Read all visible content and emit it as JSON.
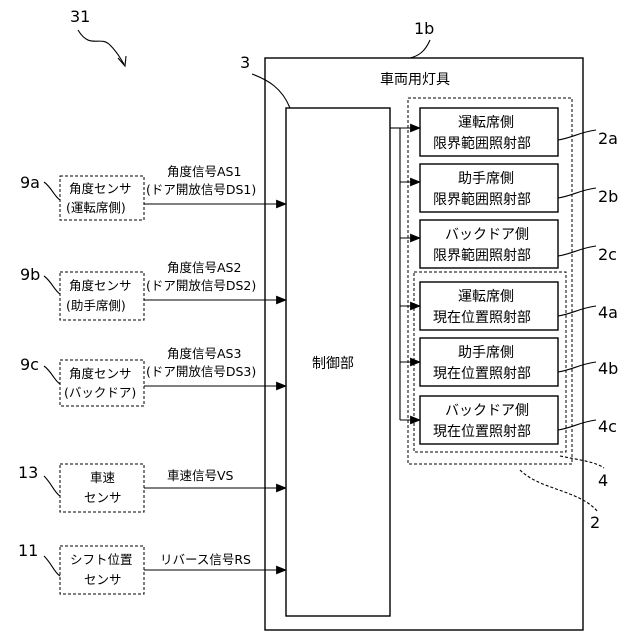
{
  "figure_number": "31",
  "lamp": {
    "ref": "1b",
    "title": "車両用灯具"
  },
  "controller": {
    "ref": "3",
    "label": "制御部"
  },
  "group_ref": "2",
  "boundary_units": [
    {
      "ref": "2a",
      "line1": "運転席側",
      "line2": "限界範囲照射部"
    },
    {
      "ref": "2b",
      "line1": "助手席側",
      "line2": "限界範囲照射部"
    },
    {
      "ref": "2c",
      "line1": "バックドア側",
      "line2": "限界範囲照射部"
    }
  ],
  "position_units": [
    {
      "ref": "4a",
      "line1": "運転席側",
      "line2": "現在位置照射部"
    },
    {
      "ref": "4b",
      "line1": "助手席側",
      "line2": "現在位置照射部"
    },
    {
      "ref": "4c",
      "line1": "バックドア側",
      "line2": "現在位置照射部"
    }
  ],
  "position_group_ref": "4",
  "sensors": [
    {
      "ref": "9a",
      "line1": "角度センサ",
      "line2": "(運転席側)",
      "signal1": "角度信号AS1",
      "signal2": "(ドア開放信号DS1)"
    },
    {
      "ref": "9b",
      "line1": "角度センサ",
      "line2": "(助手席側)",
      "signal1": "角度信号AS2",
      "signal2": "(ドア開放信号DS2)"
    },
    {
      "ref": "9c",
      "line1": "角度センサ",
      "line2": "(バックドア)",
      "signal1": "角度信号AS3",
      "signal2": "(ドア開放信号DS3)"
    },
    {
      "ref": "13",
      "line1": "車速",
      "line2": "センサ",
      "signal1": "車速信号VS",
      "signal2": ""
    },
    {
      "ref": "11",
      "line1": "シフト位置",
      "line2": "センサ",
      "signal1": "リバース信号RS",
      "signal2": ""
    }
  ]
}
